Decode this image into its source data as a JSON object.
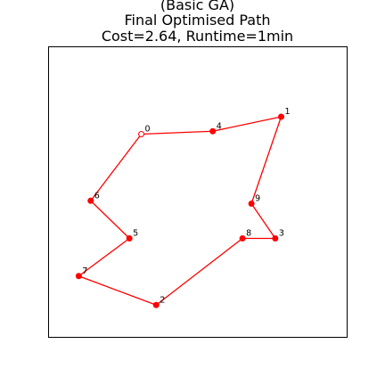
{
  "chart_data": {
    "type": "line",
    "title_lines": [
      "(Basic GA)",
      "Final Optimised Path",
      "Cost=2.64, Runtime=1min"
    ],
    "xlabel": "",
    "ylabel": "",
    "grid": false,
    "show_axis_ticks": false,
    "path_color": "#ff0000",
    "node_color": "#ff0000",
    "start_node_fill": "#ffffff",
    "route": [
      0,
      4,
      1,
      9,
      3,
      8,
      2,
      7,
      5,
      6,
      0
    ],
    "start_node": "0",
    "nodes": [
      {
        "label": "0",
        "x": 0.31,
        "y": 0.7
      },
      {
        "label": "1",
        "x": 0.78,
        "y": 0.76
      },
      {
        "label": "2",
        "x": 0.36,
        "y": 0.11
      },
      {
        "label": "3",
        "x": 0.76,
        "y": 0.34
      },
      {
        "label": "4",
        "x": 0.55,
        "y": 0.71
      },
      {
        "label": "5",
        "x": 0.27,
        "y": 0.34
      },
      {
        "label": "6",
        "x": 0.14,
        "y": 0.47
      },
      {
        "label": "7",
        "x": 0.1,
        "y": 0.21
      },
      {
        "label": "8",
        "x": 0.65,
        "y": 0.34
      },
      {
        "label": "9",
        "x": 0.68,
        "y": 0.46
      }
    ],
    "xlim": [
      0,
      1
    ],
    "ylim": [
      0,
      1
    ]
  }
}
